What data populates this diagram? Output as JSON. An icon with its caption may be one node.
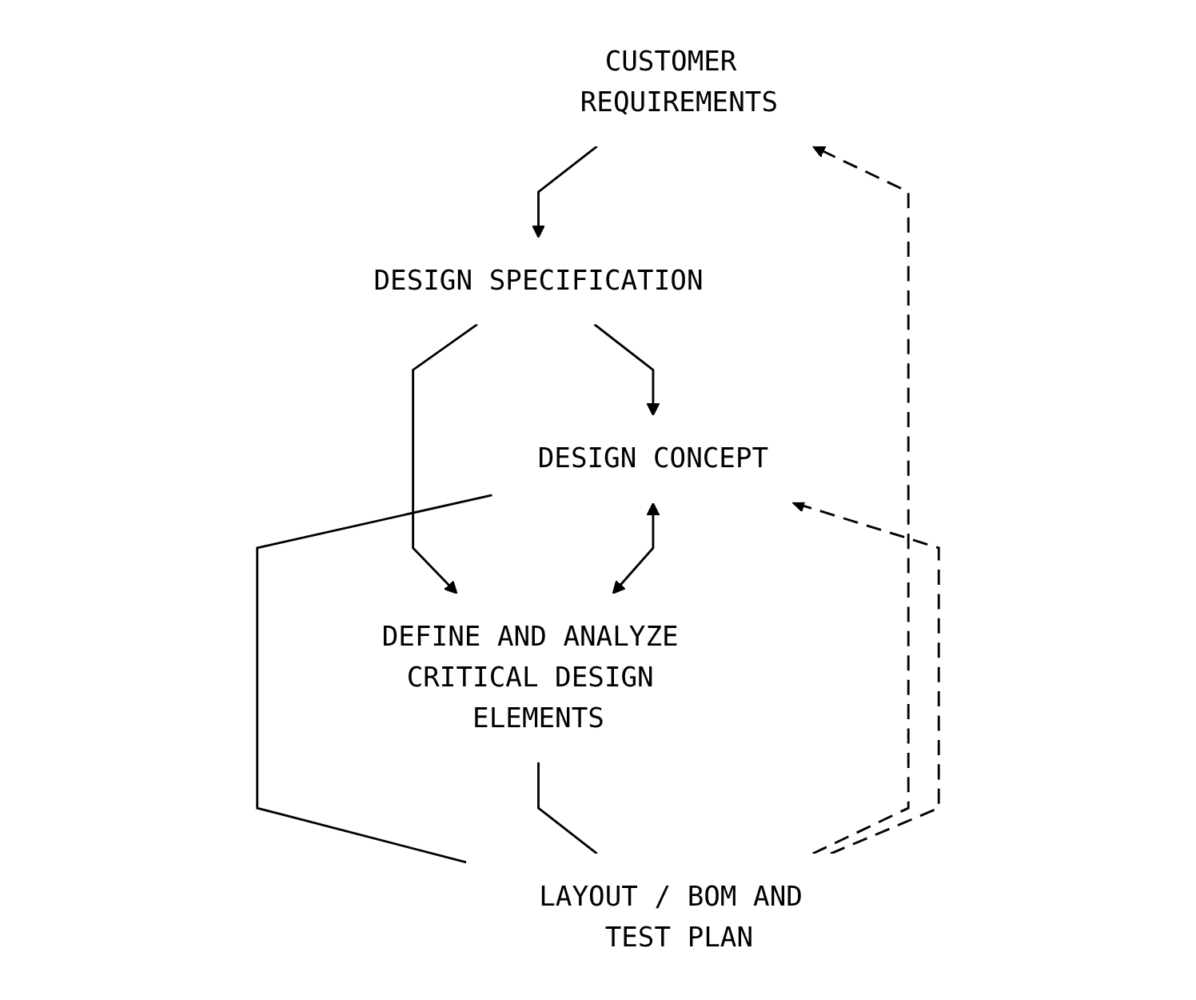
{
  "diagram": {
    "nodes": [
      {
        "text": [
          "CUSTOMER REQUIREMENTS"
        ]
      },
      {
        "text": [
          "DESIGN SPECIFICATION"
        ]
      },
      {
        "text": [
          "DESIGN CONCEPT"
        ]
      },
      {
        "text": [
          "DEFINE AND ANALYZE CRITICAL DESIGN ELEMENTS"
        ]
      },
      {
        "text": [
          "LAYOUT / BOM AND TEST PLAN"
        ]
      }
    ],
    "edges": [
      {
        "from": 0,
        "to": 1,
        "arrow": "to"
      },
      {
        "from": 1,
        "to": 2,
        "arrow": "to"
      },
      {
        "from": 1,
        "to": 3,
        "arrow": "to"
      },
      {
        "from": 2,
        "to": 3,
        "arrow": "both"
      },
      {
        "from": 2,
        "to": 4,
        "arrow": "none"
      },
      {
        "from": 3,
        "to": 4,
        "arrow": "none"
      },
      {
        "from": 4,
        "to": 0,
        "arrow": "to",
        "style": "dashed"
      },
      {
        "from": 4,
        "to": 2,
        "arrow": "to",
        "style": "dashed"
      }
    ]
  }
}
